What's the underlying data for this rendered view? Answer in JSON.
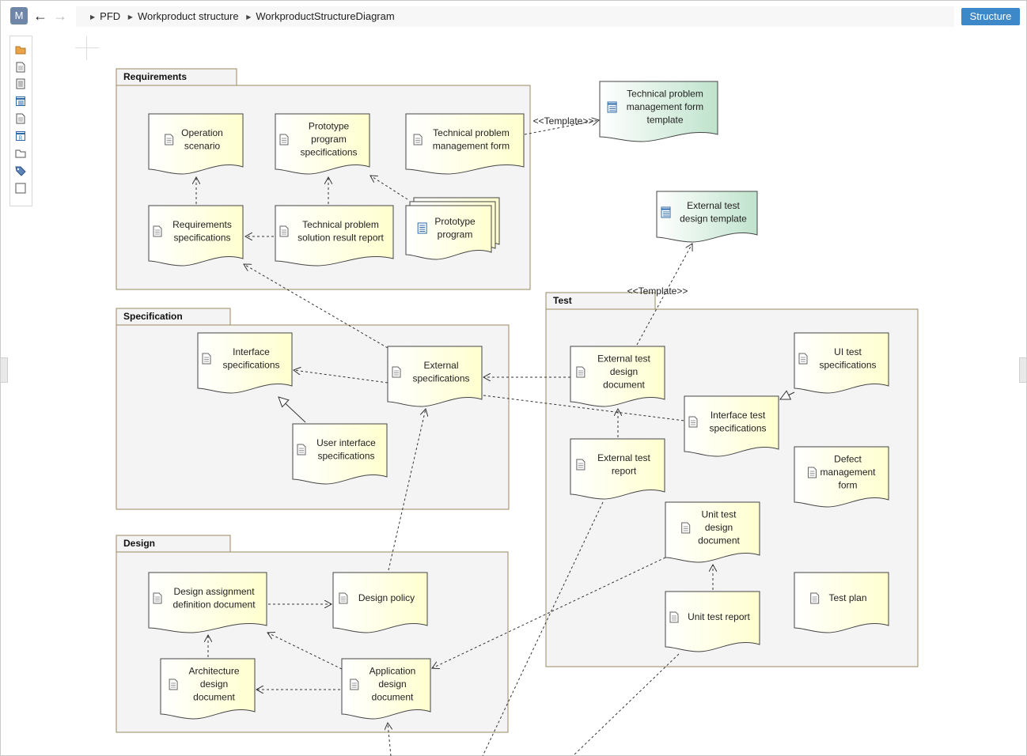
{
  "toolbar": {
    "menu_label": "M",
    "back_icon": "arrow-left-icon",
    "forward_icon": "arrow-right-icon",
    "structure_button": "Structure"
  },
  "breadcrumb": [
    "PFD",
    "Workproduct structure",
    "WorkproductStructureDiagram"
  ],
  "palette": [
    "folder-icon",
    "document-icon",
    "document-list-icon",
    "table-document-icon",
    "document-lines-icon",
    "reference-icon",
    "package-icon",
    "tag-icon",
    "rectangle-icon"
  ],
  "colors": {
    "doc_fill": "#ffffe0",
    "template_fill": "#cfe8d8",
    "package_border": "#9a8a5e",
    "package_fill": "#f4f4f4",
    "button": "#3d88c8"
  },
  "packages": [
    {
      "id": "requirements",
      "title": "Requirements"
    },
    {
      "id": "specification",
      "title": "Specification"
    },
    {
      "id": "design",
      "title": "Design"
    },
    {
      "id": "test",
      "title": "Test"
    }
  ],
  "nodes": [
    {
      "id": "operation-scenario",
      "lines": [
        "Operation",
        "scenario"
      ],
      "icon": "document-icon",
      "kind": "doc"
    },
    {
      "id": "prototype-program-specs",
      "lines": [
        "Prototype",
        "program",
        "specifications"
      ],
      "icon": "document-icon",
      "kind": "doc"
    },
    {
      "id": "tech-problem-mgmt-form",
      "lines": [
        "Technical problem",
        "management form"
      ],
      "icon": "document-icon",
      "kind": "doc"
    },
    {
      "id": "tech-problem-mgmt-form-template",
      "lines": [
        "Technical problem",
        "management form",
        "template"
      ],
      "icon": "table-icon",
      "kind": "template"
    },
    {
      "id": "requirements-specs",
      "lines": [
        "Requirements",
        "specifications"
      ],
      "icon": "document-icon",
      "kind": "doc"
    },
    {
      "id": "tech-problem-solution-report",
      "lines": [
        "Technical problem",
        "solution result report"
      ],
      "icon": "document-icon",
      "kind": "doc"
    },
    {
      "id": "prototype-program",
      "lines": [
        "Prototype",
        "program"
      ],
      "icon": "document-list-icon",
      "kind": "multi"
    },
    {
      "id": "external-test-design-template",
      "lines": [
        "External test",
        "design template"
      ],
      "icon": "table-icon",
      "kind": "template"
    },
    {
      "id": "interface-specs",
      "lines": [
        "Interface",
        "specifications"
      ],
      "icon": "document-icon",
      "kind": "doc"
    },
    {
      "id": "external-specs",
      "lines": [
        "External",
        "specifications"
      ],
      "icon": "document-icon",
      "kind": "doc"
    },
    {
      "id": "user-interface-specs",
      "lines": [
        "User interface",
        "specifications"
      ],
      "icon": "document-icon",
      "kind": "doc"
    },
    {
      "id": "external-test-design-doc",
      "lines": [
        "External test",
        "design",
        "document"
      ],
      "icon": "document-icon",
      "kind": "doc"
    },
    {
      "id": "ui-test-specs",
      "lines": [
        "UI test",
        "specifications"
      ],
      "icon": "document-icon",
      "kind": "doc"
    },
    {
      "id": "interface-test-specs",
      "lines": [
        "Interface test",
        "specifications"
      ],
      "icon": "document-icon",
      "kind": "doc"
    },
    {
      "id": "external-test-report",
      "lines": [
        "External test",
        "report"
      ],
      "icon": "document-icon",
      "kind": "doc"
    },
    {
      "id": "defect-mgmt-form",
      "lines": [
        "Defect",
        "management",
        "form"
      ],
      "icon": "document-icon",
      "kind": "doc"
    },
    {
      "id": "unit-test-design-doc",
      "lines": [
        "Unit test",
        "design",
        "document"
      ],
      "icon": "document-icon",
      "kind": "doc"
    },
    {
      "id": "unit-test-report",
      "lines": [
        "Unit test report"
      ],
      "icon": "document-icon",
      "kind": "doc"
    },
    {
      "id": "test-plan",
      "lines": [
        "Test plan"
      ],
      "icon": "document-icon",
      "kind": "doc"
    },
    {
      "id": "design-assignment-def-doc",
      "lines": [
        "Design assignment",
        "definition document"
      ],
      "icon": "document-icon",
      "kind": "doc"
    },
    {
      "id": "design-policy",
      "lines": [
        "Design policy"
      ],
      "icon": "document-icon",
      "kind": "doc"
    },
    {
      "id": "architecture-design-doc",
      "lines": [
        "Architecture",
        "design",
        "document"
      ],
      "icon": "document-icon",
      "kind": "doc"
    },
    {
      "id": "application-design-doc",
      "lines": [
        "Application",
        "design",
        "document"
      ],
      "icon": "document-icon",
      "kind": "doc"
    }
  ],
  "edge_labels": [
    "<<Template>>",
    "<<Template>>"
  ]
}
